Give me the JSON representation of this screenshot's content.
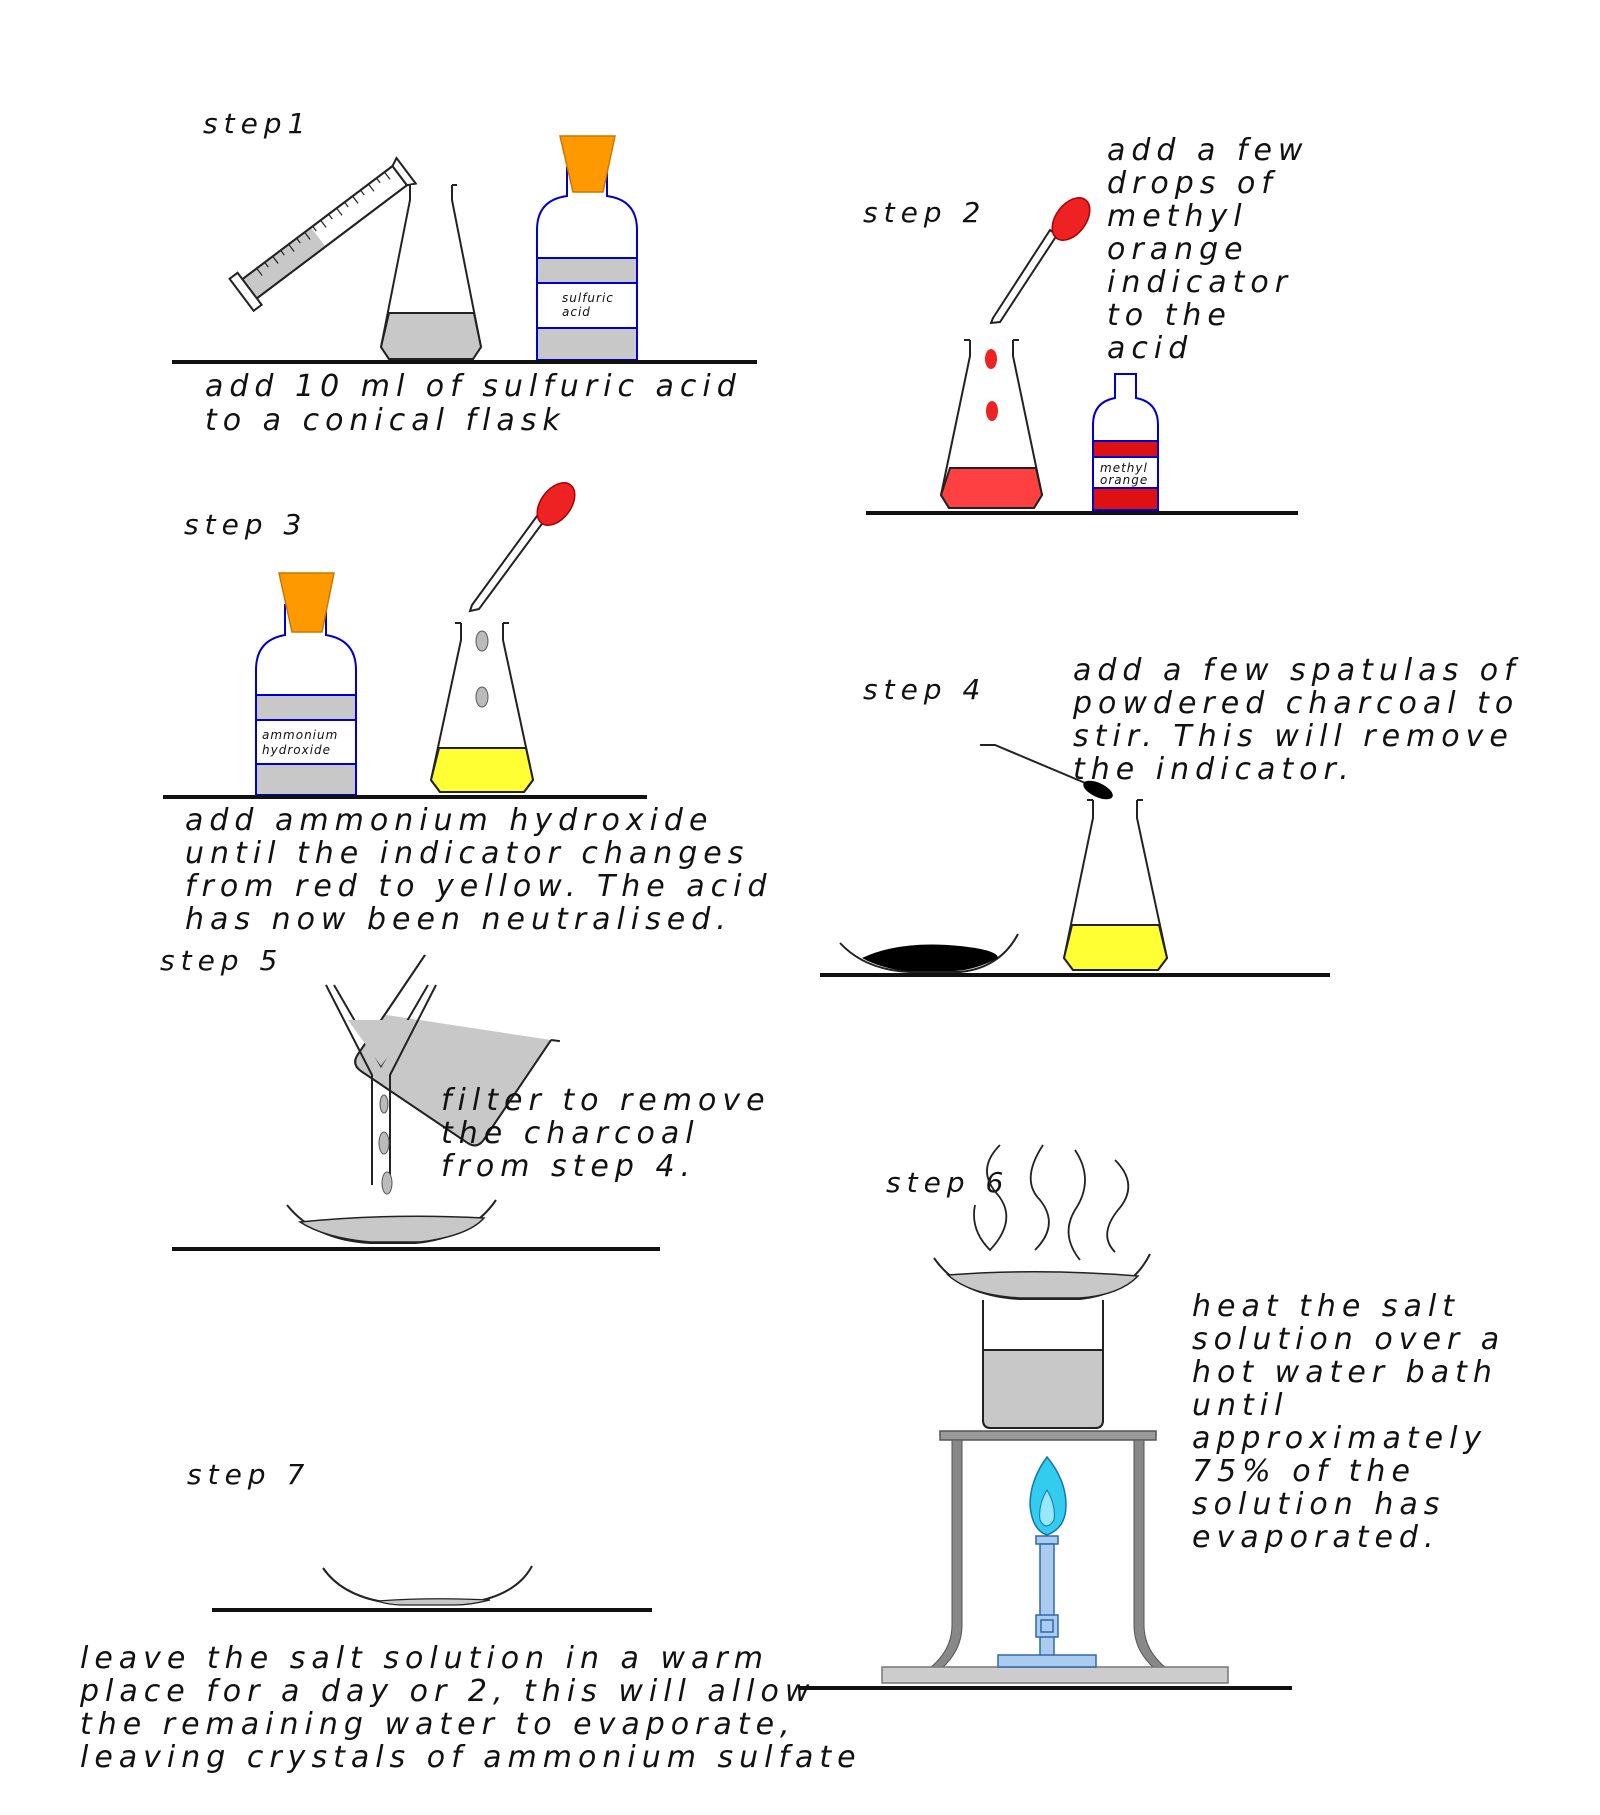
{
  "colors": {
    "solution_grey": "#c8c8c8",
    "stopper_orange": "#ff9900",
    "indicator_red": "#ff4040",
    "neutral_yellow": "#ffff33",
    "charcoal": "#000000",
    "bottle_outline": "#0000cc",
    "flame_blue": "#33ccee",
    "stand_grey": "#888888",
    "burner_blue": "#aaccee"
  },
  "steps": [
    {
      "label": "step1",
      "lines": [
        "add 10 ml of sulfuric acid",
        "to a conical flask"
      ],
      "bottle_label": [
        "sulfuric",
        "acid"
      ]
    },
    {
      "label": "step 2",
      "lines": [
        "add a few",
        "drops of",
        "methyl",
        "orange",
        "indicator",
        "to the",
        "acid"
      ],
      "bottle_label": [
        "methyl",
        "orange"
      ]
    },
    {
      "label": "step 3",
      "lines": [
        "add ammonium hydroxide",
        "until the indicator changes",
        "from red to yellow. The acid",
        "has now been neutralised."
      ],
      "bottle_label": [
        "ammonium",
        "hydroxide"
      ]
    },
    {
      "label": "step 4",
      "lines": [
        "add a few spatulas of",
        "powdered charcoal to",
        "stir.  This will remove",
        "the indicator."
      ]
    },
    {
      "label": "step 5",
      "lines": [
        "filter to remove",
        "the charcoal",
        "from step 4."
      ]
    },
    {
      "label": "step 6",
      "lines": [
        "heat the salt",
        "solution over a",
        "hot water bath",
        "until",
        "approximately",
        "75% of the",
        "solution has",
        "evaporated."
      ]
    },
    {
      "label": "step 7",
      "lines": [
        "leave the salt solution in a warm",
        "place for a day or 2, this will allow",
        "the remaining water to evaporate,",
        "leaving crystals of ammonium sulfate"
      ]
    }
  ]
}
